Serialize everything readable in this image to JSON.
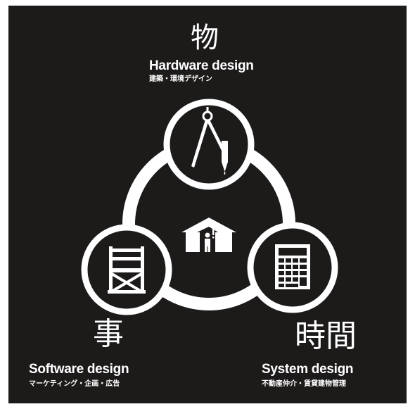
{
  "colors": {
    "background": "#1d1a1a",
    "foreground": "#ffffff"
  },
  "hardware": {
    "kanji": "物",
    "title": "Hardware design",
    "subtitle": "建築・環境デザイン",
    "icon": "compass-icon"
  },
  "software": {
    "kanji": "事",
    "title": "Software design",
    "subtitle": "マーケティング・企画・広告",
    "icon": "director-chair-icon"
  },
  "system": {
    "kanji": "時間",
    "title": "System design",
    "subtitle": "不動産仲介・賃貸建物管理",
    "icon": "calculator-icon"
  },
  "center": {
    "icon": "house-person-icon"
  }
}
